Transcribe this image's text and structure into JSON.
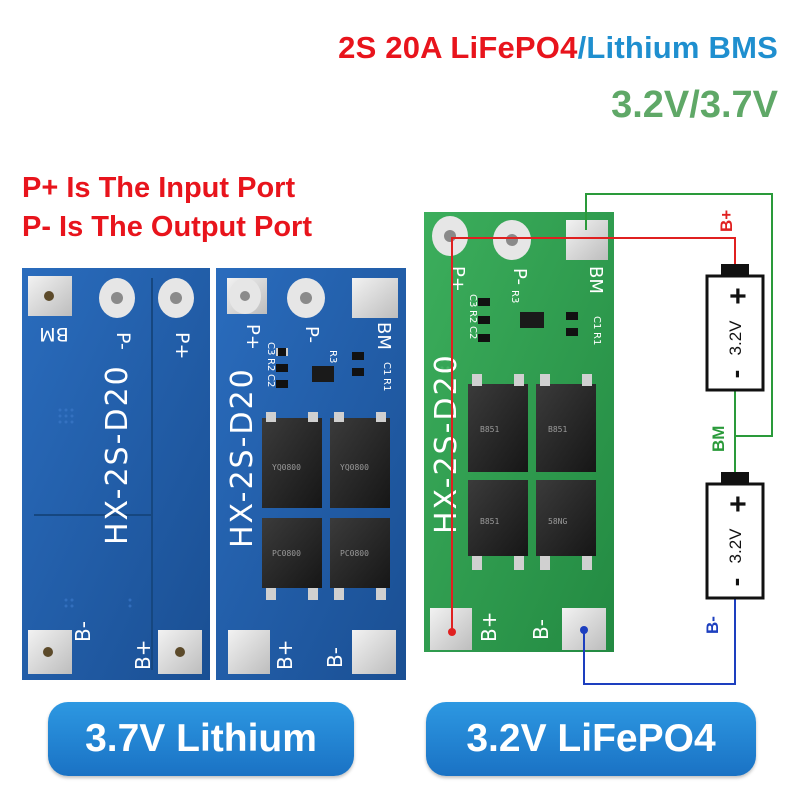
{
  "title": {
    "part1": "2S 20A LiFePO4",
    "part2": "/Lithium BMS",
    "voltages": "3.2V/3.7V"
  },
  "notes": {
    "input_port": "P+ Is The Input Port",
    "output_port": "P- Is The Output Port"
  },
  "boards": {
    "back": {
      "model": "HX-2S-D20",
      "pads": [
        "BM",
        "P-",
        "P+",
        "B-",
        "B+"
      ]
    },
    "blue_front": {
      "model": "HX-2S-D20",
      "pads": [
        "P+",
        "P-",
        "BM",
        "B+",
        "B-"
      ],
      "refs": [
        "R2",
        "C2",
        "C3",
        "R3",
        "R1",
        "C1"
      ],
      "mosfet_marks": [
        "YQ0800",
        "YQ0800",
        "PC0800",
        "PC0800"
      ]
    },
    "green_front": {
      "model": "HX-2S-D20",
      "pads": [
        "P+",
        "P-",
        "BM",
        "B+",
        "B-"
      ],
      "refs": [
        "R2",
        "C2",
        "C3",
        "R3",
        "R1",
        "C1"
      ],
      "mosfet_marks": [
        "B851",
        "B851",
        "B851",
        "58NG"
      ]
    }
  },
  "wiring": {
    "bplus": "B+",
    "bm": "BM",
    "bminus": "B-",
    "cell_voltage": "3.2V",
    "plus": "+",
    "minus": "-"
  },
  "labels": {
    "left_pill": "3.7V Lithium",
    "right_pill": "3.2V LiFePO4"
  },
  "colors": {
    "title_red": "#e8141c",
    "title_blue": "#1f8fcf",
    "voltage_green": "#5fa867",
    "board_blue": "#1f5fa8",
    "board_green": "#2f9a4e",
    "wire_red": "#e02020",
    "wire_green": "#2a9a3a",
    "wire_blue": "#1d3fbf"
  }
}
